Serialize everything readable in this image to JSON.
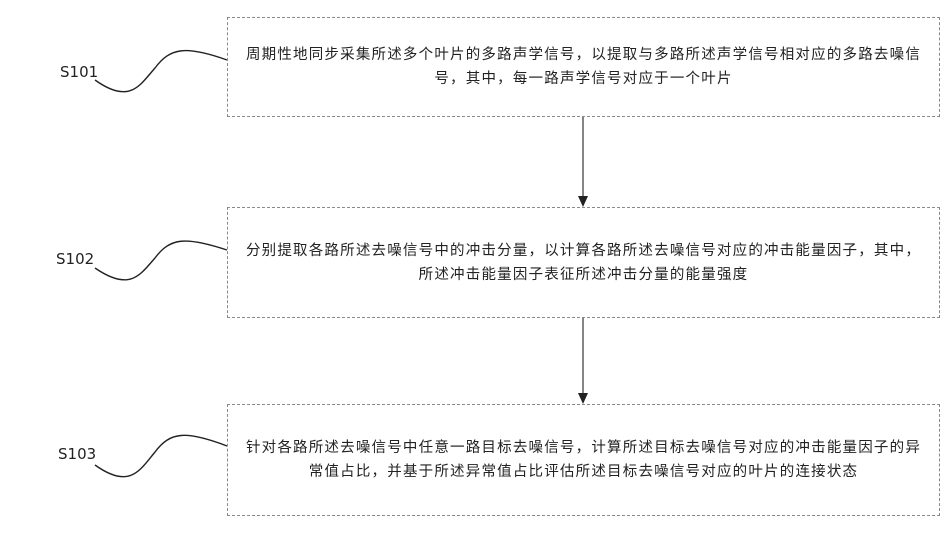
{
  "steps": [
    {
      "label": "S101",
      "text": "周期性地同步采集所述多个叶片的多路声学信号，以提取与多路所述声学信号相对应的多路去噪信号，其中，每一路声学信号对应于一个叶片"
    },
    {
      "label": "S102",
      "text": "分别提取各路所述去噪信号中的冲击分量，以计算各路所述去噪信号对应的冲击能量因子，其中，所述冲击能量因子表征所述冲击分量的能量强度"
    },
    {
      "label": "S103",
      "text": "针对各路所述去噪信号中任意一路目标去噪信号，计算所述目标去噪信号对应的冲击能量因子的异常值占比，并基于所述异常值占比评估所述目标去噪信号对应的叶片的连接状态"
    }
  ]
}
